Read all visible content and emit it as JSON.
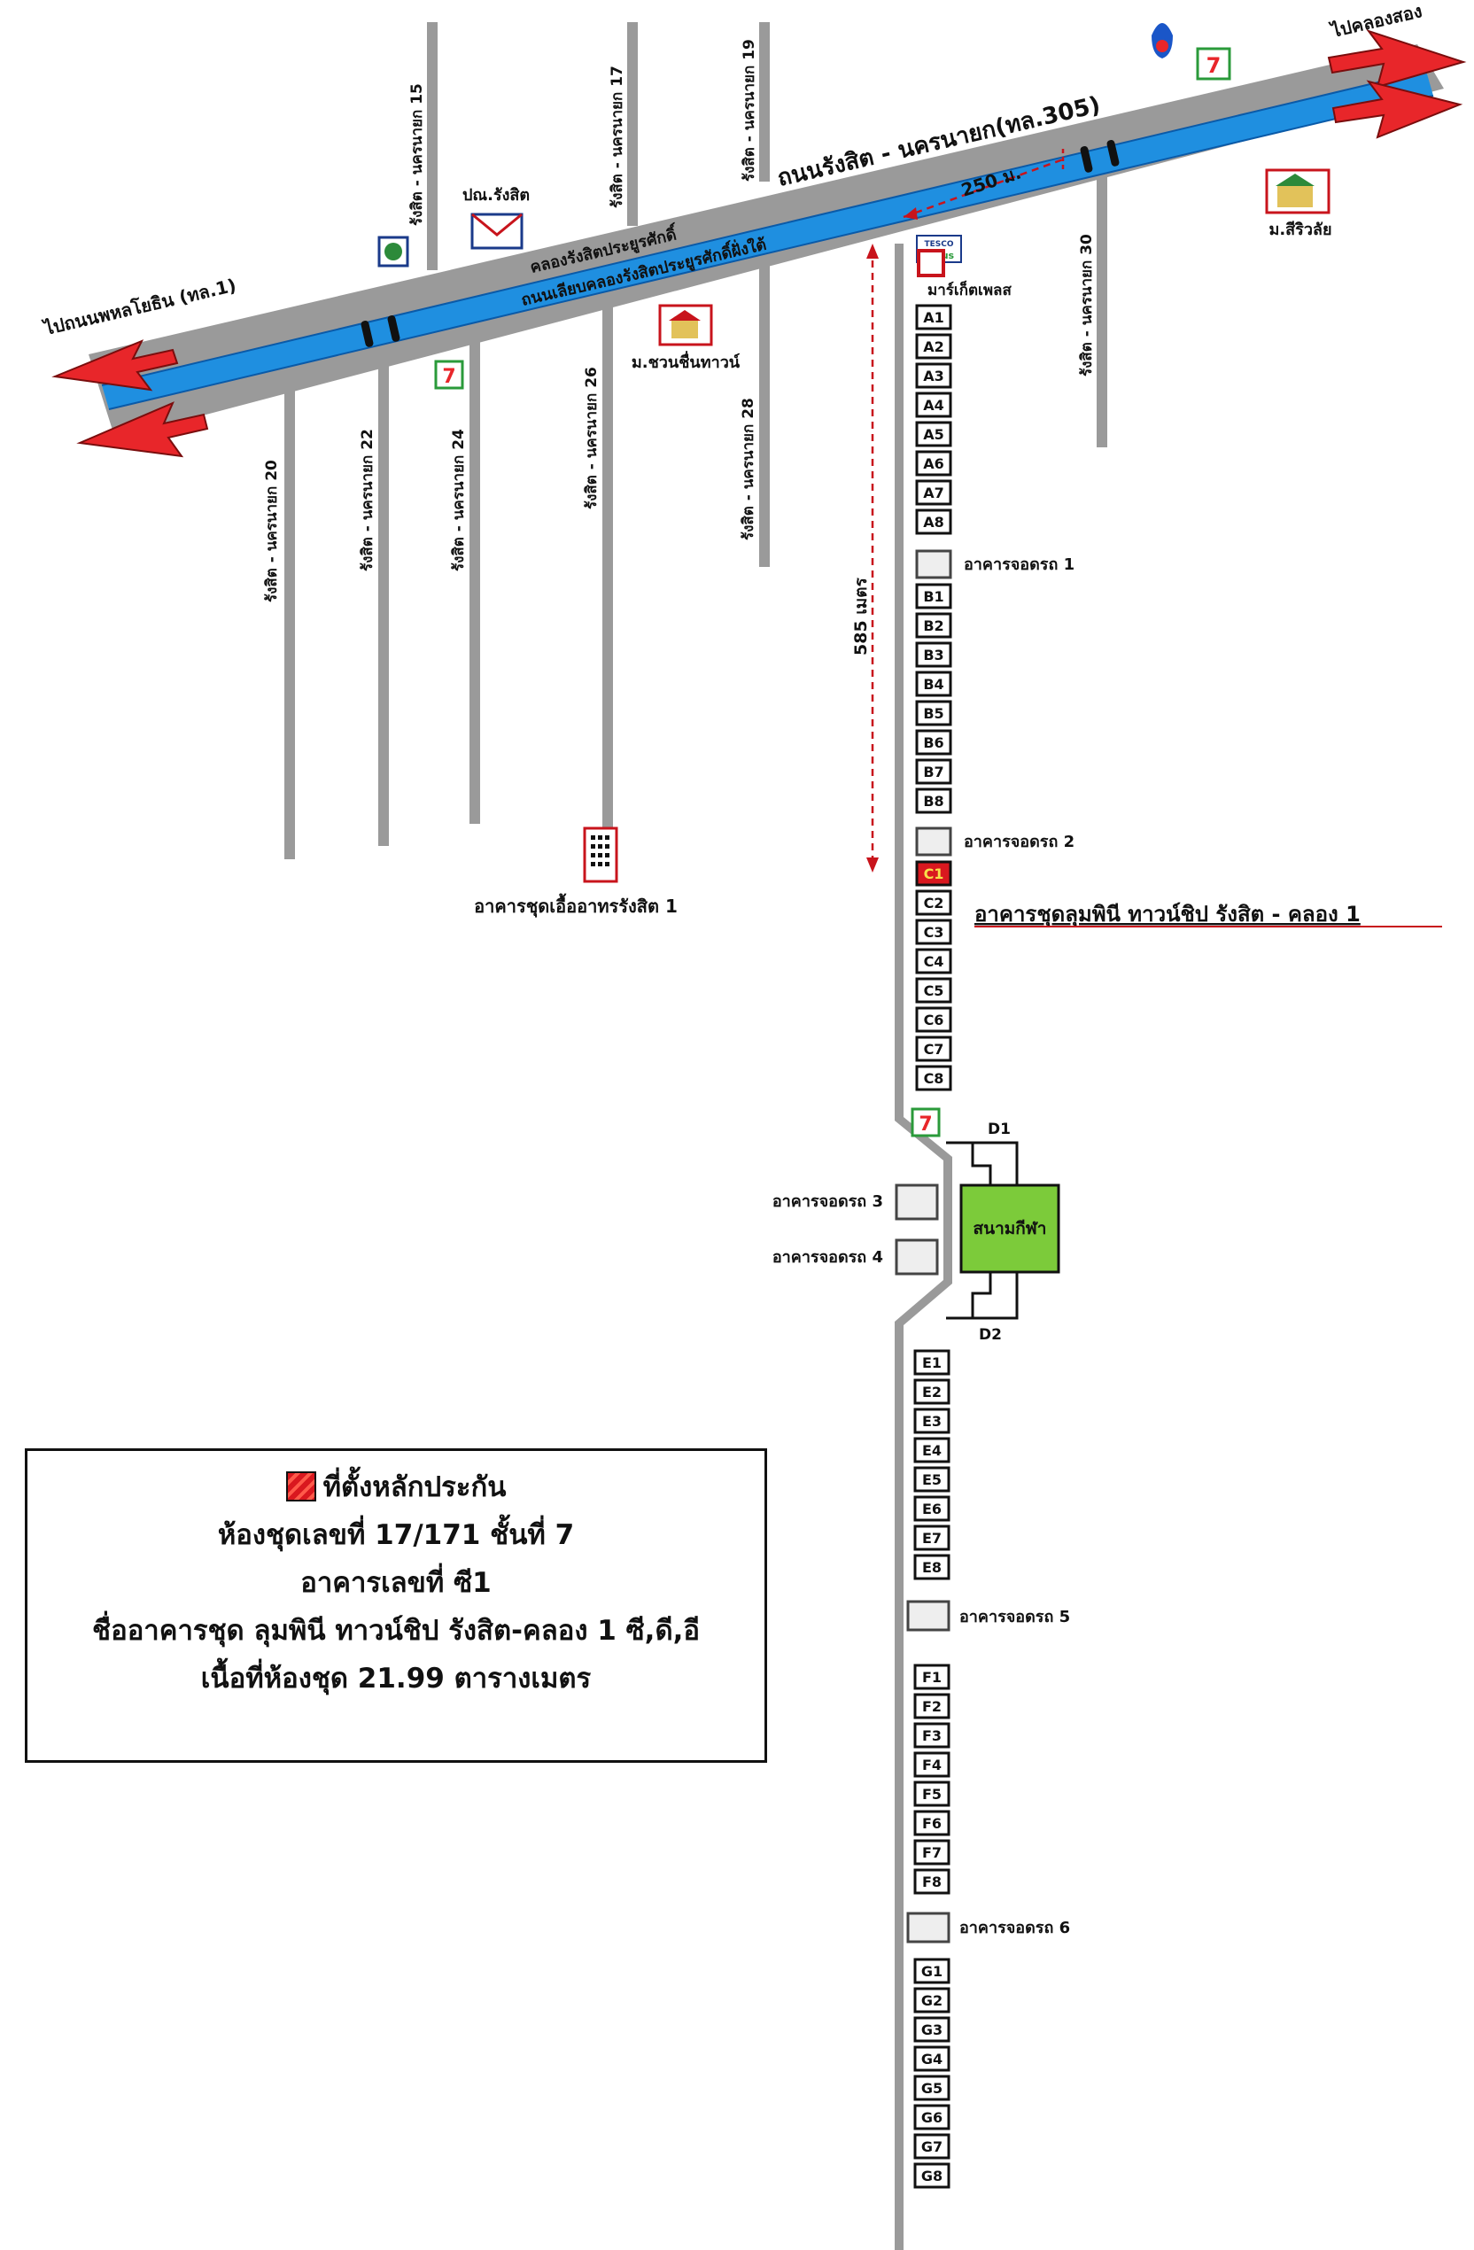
{
  "roads": {
    "main_road": "ถนนรังสิต - นครนายก(ทล.305)",
    "canal": "คลองรังสิตประยูรศักดิ์",
    "frontage_road": "ถนนเลียบคลองรังสิตประยูรศักดิ์ฝั่งใต้",
    "to_phahonyothin": "ไปถนนพหลโยธิน (ทล.1)",
    "to_khlong": "ไปคลองสอง"
  },
  "sois": {
    "s15": "รังสิต - นครนายก 15",
    "s17": "รังสิต - นครนายก 17",
    "s19": "รังสิต - นครนายก 19",
    "s20": "รังสิต - นครนายก 20",
    "s22": "รังสิต - นครนายก 22",
    "s24": "รังสิต - นครนายก 24",
    "s26": "รังสิต - นครนายก 26",
    "s28": "รังสิต - นครนายก 28",
    "s30": "รังสิต - นครนายก 30"
  },
  "landmarks": {
    "post_office": "ปณ.รังสิต",
    "chuan_chuen": "ม.ชวนชื่นทาวน์",
    "market_place": "มาร์เก็ตเพลส",
    "tesco_top": "TESCO",
    "tesco_bottom": "Lotus",
    "university": "ม.สีริวลัย",
    "ua_building": "อาคารชุดเอื้ออาทรรังสิต 1",
    "seven_eleven": "7"
  },
  "distances": {
    "d250": "250 ม.",
    "d585": "585 เมตร"
  },
  "project_name": "อาคารชุดลุมพินี ทาวน์ชิป รังสิต - คลอง 1",
  "sports_field": "สนามกีฬา",
  "parking": {
    "p1": "อาคารจอดรถ 1",
    "p2": "อาคารจอดรถ 2",
    "p3": "อาคารจอดรถ 3",
    "p4": "อาคารจอดรถ 4",
    "p5": "อาคารจอดรถ 5",
    "p6": "อาคารจอดรถ 6"
  },
  "buildings": {
    "A": [
      "A1",
      "A2",
      "A3",
      "A4",
      "A5",
      "A6",
      "A7",
      "A8"
    ],
    "B": [
      "B1",
      "B2",
      "B3",
      "B4",
      "B5",
      "B6",
      "B7",
      "B8"
    ],
    "C": [
      "C1",
      "C2",
      "C3",
      "C4",
      "C5",
      "C6",
      "C7",
      "C8"
    ],
    "D": [
      "D1",
      "D2"
    ],
    "E": [
      "E1",
      "E2",
      "E3",
      "E4",
      "E5",
      "E6",
      "E7",
      "E8"
    ],
    "F": [
      "F1",
      "F2",
      "F3",
      "F4",
      "F5",
      "F6",
      "F7",
      "F8"
    ],
    "G": [
      "G1",
      "G2",
      "G3",
      "G4",
      "G5",
      "G6",
      "G7",
      "G8"
    ]
  },
  "highlight_building": "C1",
  "colors": {
    "road": "#9a9a9a",
    "canal": "#1f8fe0",
    "arrow": "#e8262a",
    "highlight": "#d9181f",
    "field": "#7ccb3a",
    "dashed": "#c8141c"
  },
  "legend": {
    "title": "ที่ตั้งหลักประกัน",
    "line1": "ห้องชุดเลขที่ 17/171  ชั้นที่ 7",
    "line2": "อาคารเลขที่ ซี1",
    "line3": "ชื่ออาคารชุด  ลุมพินี ทาวน์ชิป รังสิต-คลอง 1 ซี,ดี,อี",
    "line4": "เนื้อที่ห้องชุด 21.99 ตารางเมตร"
  }
}
